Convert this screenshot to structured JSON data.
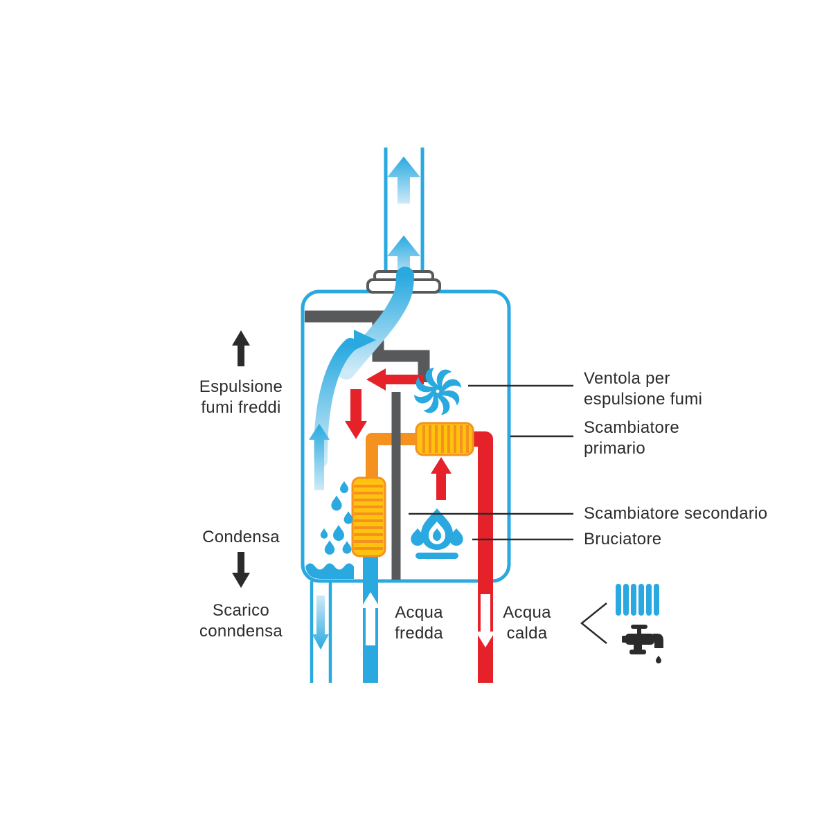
{
  "labels": {
    "espulsione_fumi": "Espulsione\nfumi freddi",
    "condensa": "Condensa",
    "scarico_condensa": "Scarico\nconndensa",
    "acqua_fredda": "Acqua\nfredda",
    "acqua_calda": "Acqua\ncalda",
    "ventola": "Ventola per\nespulsione fumi",
    "scambiatore_primario": "Scambiatore\nprimario",
    "scambiatore_secondario": "Scambiatore secondario",
    "bruciatore": "Bruciatore"
  },
  "colors": {
    "blue": "#29A9E0",
    "light_blue": "#CDEAF8",
    "red": "#E5212A",
    "orange": "#F5911E",
    "yellow": "#FFC20E",
    "gray": "#58595B",
    "text": "#2B2B2B"
  },
  "icons": {
    "fan": "fan-icon",
    "flame": "burner-flame-icon",
    "droplet": "droplet-icon",
    "radiator": "radiator-icon",
    "faucet": "faucet-icon"
  }
}
